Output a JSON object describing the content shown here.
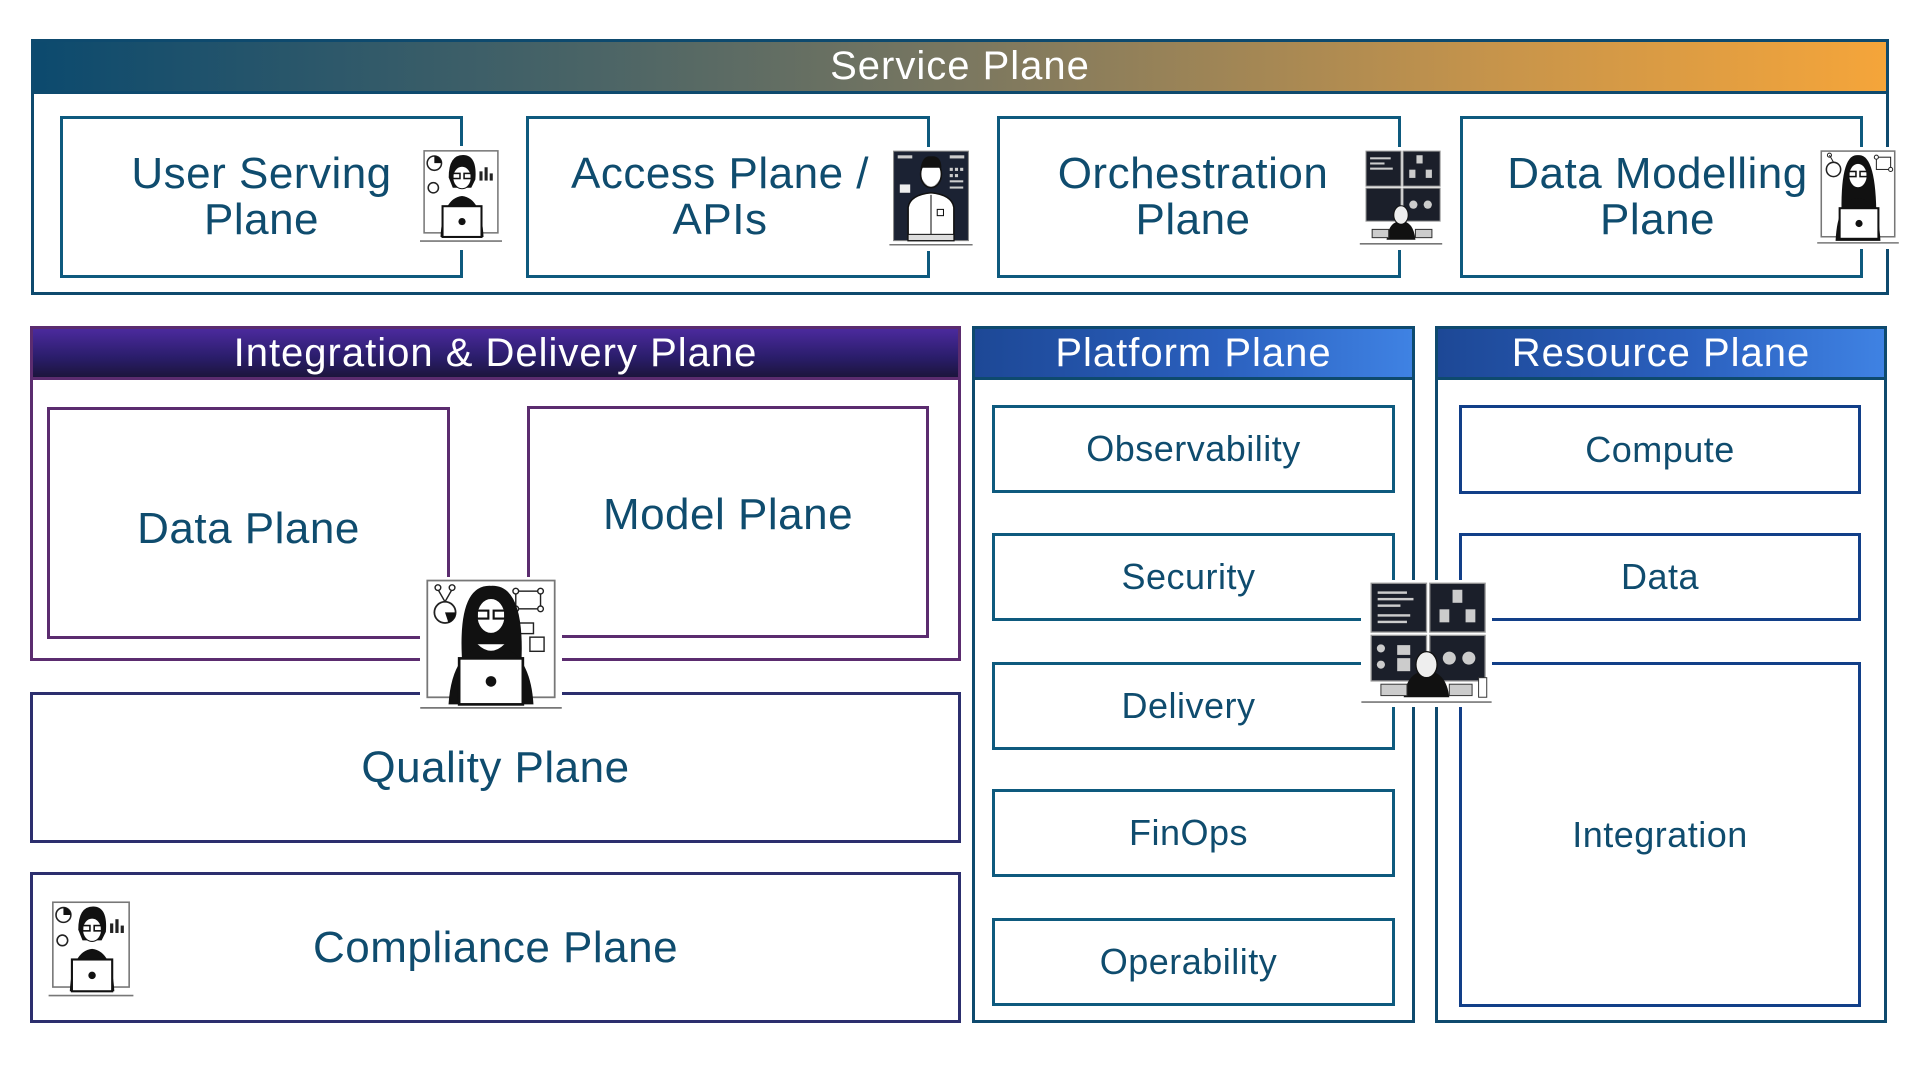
{
  "service_plane": {
    "title": "Service Plane",
    "header_gradient": [
      "#0c4a6e",
      "#f5a53a"
    ],
    "components": [
      {
        "line1": "User Serving",
        "line2": "Plane",
        "illustration": "woman-with-laptop-dashboard"
      },
      {
        "line1": "Access Plane /",
        "line2": "APIs",
        "illustration": "bearded-man-at-console"
      },
      {
        "line1": "Orchestration",
        "line2": "Plane",
        "illustration": "person-at-multi-monitor-desk"
      },
      {
        "line1": "Data Modelling",
        "line2": "Plane",
        "illustration": "woman-with-laptop-diagrams"
      }
    ]
  },
  "integration_delivery_plane": {
    "title": "Integration & Delivery Plane",
    "header_gradient": [
      "#4b2a9d",
      "#1c153c"
    ],
    "components": [
      {
        "label": "Data Plane"
      },
      {
        "label": "Model Plane"
      }
    ],
    "illustration": "woman-with-laptop-diagrams"
  },
  "quality_plane": {
    "label": "Quality Plane"
  },
  "compliance_plane": {
    "label": "Compliance Plane",
    "illustration": "woman-with-laptop-dashboard"
  },
  "platform_plane": {
    "title": "Platform Plane",
    "header_gradient": [
      "#1d4896",
      "#3f82e3"
    ],
    "components": [
      "Observability",
      "Security",
      "Delivery",
      "FinOps",
      "Operability"
    ]
  },
  "resource_plane": {
    "title": "Resource Plane",
    "header_gradient": [
      "#1d4896",
      "#3f82e3"
    ],
    "components": [
      "Compute",
      "Data",
      "Integration"
    ],
    "illustration": "person-at-multi-monitor-desk"
  },
  "colors": {
    "label_text": "#0f4c6e",
    "teal_border": "#0e4a6e",
    "purple_border": "#5b2c6f",
    "navy_border": "#2c2f6e"
  }
}
